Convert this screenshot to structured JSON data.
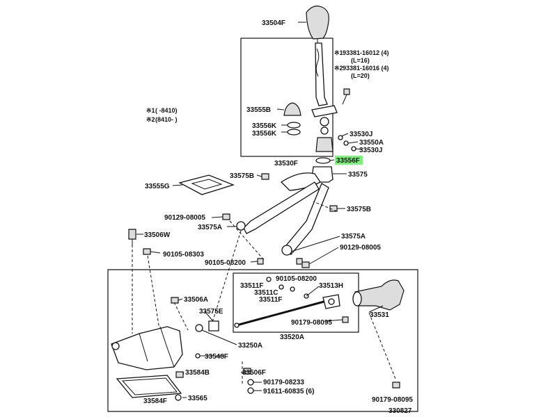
{
  "notes": {
    "n1_mark": "※1",
    "n1_text": "(    -8410)",
    "n2_mark": "※2",
    "n2_text": "(8410-      )"
  },
  "bolts": {
    "b1_mark": "※1",
    "b1_part": "93381-16012 (4)",
    "b1_len": "(L=16)",
    "b2_mark": "※2",
    "b2_part": "93381-16016 (4)",
    "b2_len": "(L=20)"
  },
  "parts": {
    "p33504F": "33504F",
    "p33555B": "33555B",
    "p33556K_1": "33556K",
    "p33556K_2": "33556K",
    "p33530J_1": "33530J",
    "p33550A": "33550A",
    "p33530J_2": "33530J",
    "p33530F": "33530F",
    "p33556F": "33556F",
    "p33575": "33575",
    "p33575B_1": "33575B",
    "p33555G": "33555G",
    "p33575B_2": "33575B",
    "p90129_08005_1": "90129-08005",
    "p33575A_1": "33575A",
    "p33506W": "33506W",
    "p33575A_2": "33575A",
    "p90129_08005_2": "90129-08005",
    "p90105_08303": "90105-08303",
    "p90105_08200_1": "90105-08200",
    "p90105_08200_2": "90105-08200",
    "p33511F_1": "33511F",
    "p33513H": "33513H",
    "p33511C": "33511C",
    "p33511F_2": "33511F",
    "p33506A": "33506A",
    "p33575E": "33575E",
    "p90179_08095_1": "90179-08095",
    "p33531": "33531",
    "p33520A": "33520A",
    "p33250A": "33250A",
    "p33548F": "33548F",
    "p33584B": "33584B",
    "p33506F": "33506F",
    "p90179_08233": "90179-08233",
    "p91611_60835": "91611-60835 (6)",
    "p33584F": "33584F",
    "p33565": "33565",
    "p90179_08095_2": "90179-08095",
    "diagram_code": "330827"
  },
  "colors": {
    "highlight": "#7CF27C"
  }
}
